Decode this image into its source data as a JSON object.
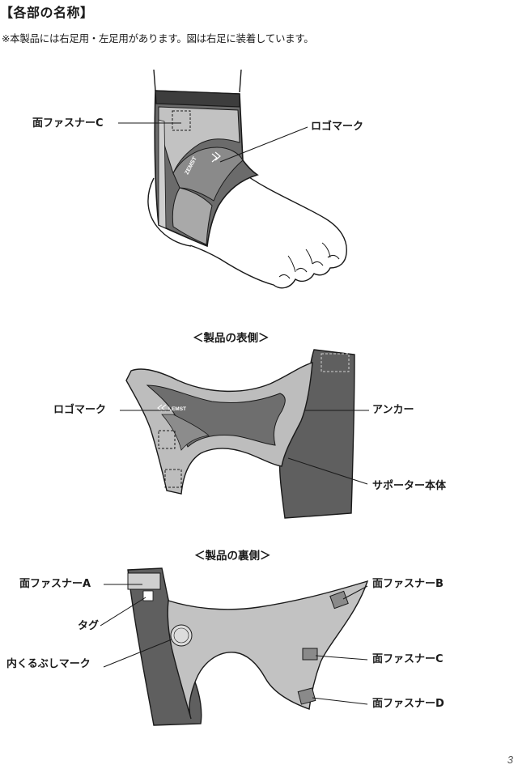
{
  "page": {
    "heading": "【各部の名称】",
    "note": "※本製品には右足用・左足用があります。図は右足に装着しています。",
    "page_number": "3"
  },
  "figure1": {
    "logo_text": "ZEMST",
    "labels": {
      "fastener_c": "面ファスナーC",
      "logo_mark": "ロゴマーク"
    }
  },
  "figure2": {
    "title": "＜製品の表側＞",
    "logo_text": "LEMST",
    "labels": {
      "logo_mark": "ロゴマーク",
      "anchor": "アンカー",
      "supporter_body": "サポーター本体"
    }
  },
  "figure3": {
    "title": "＜製品の裏側＞",
    "labels": {
      "fastener_a": "面ファスナーA",
      "tag": "タグ",
      "inner_ankle_mark": "内くるぶしマーク",
      "fastener_b": "面ファスナーB",
      "fastener_c": "面ファスナーC",
      "fastener_d": "面ファスナーD"
    }
  },
  "colors": {
    "dark_gray": "#5f5f5f",
    "mid_gray": "#8a8a8a",
    "light_gray": "#bdbdbd",
    "lighter_gray": "#cfcfcf",
    "outline": "#1a1a1a"
  }
}
